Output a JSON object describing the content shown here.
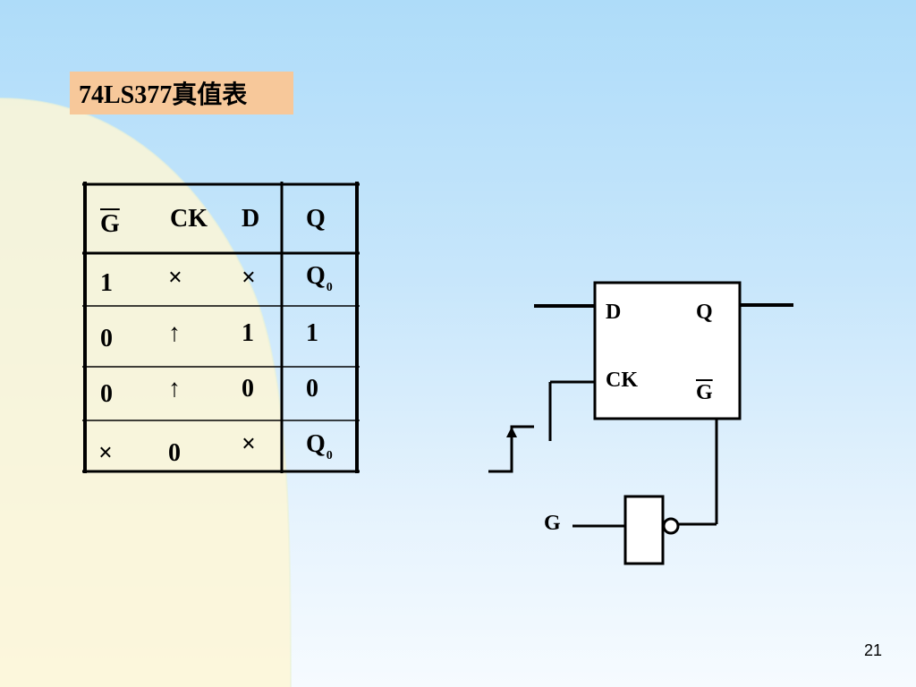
{
  "title": "74LS377真值表",
  "truth_table": {
    "headers": {
      "g_bar": "G",
      "ck": "CK",
      "d": "D",
      "q": "Q"
    },
    "rows": [
      {
        "g": "1",
        "ck": "×",
        "d": "×",
        "q_main": "Q",
        "q_sub": "0"
      },
      {
        "g": "0",
        "ck": "↑",
        "d": "1",
        "q_main": "1",
        "q_sub": ""
      },
      {
        "g": "0",
        "ck": "↑",
        "d": "0",
        "q_main": "0",
        "q_sub": ""
      },
      {
        "g": "×",
        "ck": "0",
        "d": "×",
        "q_main": "Q",
        "q_sub": "0"
      }
    ]
  },
  "circuit": {
    "d_label": "D",
    "q_label": "Q",
    "ck_label": "CK",
    "g_bar_label": "G",
    "g_input_label": "G"
  },
  "page_number": "21"
}
